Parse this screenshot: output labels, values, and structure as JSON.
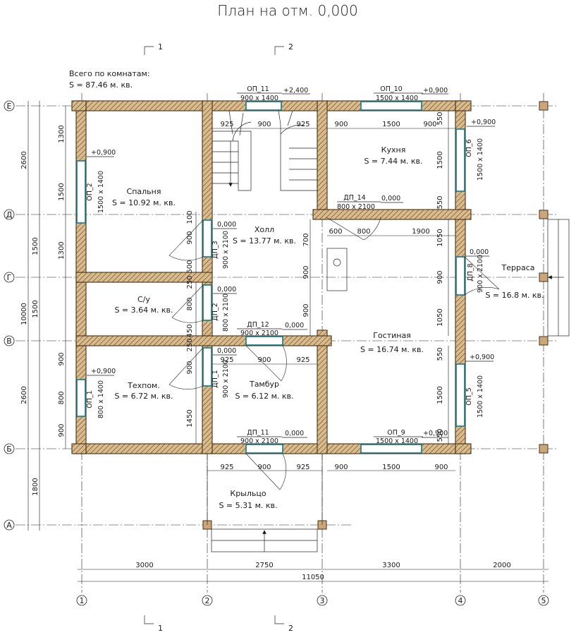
{
  "title": "План на отм. 0,000",
  "summary": {
    "label": "Всего по комнатам:",
    "value": "S   =  87.46 м. кв."
  },
  "axes": {
    "vertical": [
      "1",
      "2",
      "3",
      "4",
      "5"
    ],
    "horizontal": [
      "Е",
      "Д",
      "Г",
      "В",
      "Б",
      "А"
    ]
  },
  "section_marks": [
    "1",
    "2",
    "1",
    "2"
  ],
  "rooms": [
    {
      "name": "Спальня",
      "area": "S   = 10.92 м. кв."
    },
    {
      "name": "Холл",
      "area": "S   = 13.77 м. кв."
    },
    {
      "name": "Кухня",
      "area": "S   = 7.44 м. кв."
    },
    {
      "name": "С/у",
      "area": "S   = 3.64 м. кв."
    },
    {
      "name": "Гостиная",
      "area": "S   = 16.74 м. кв."
    },
    {
      "name": "Терраса",
      "area": "S   = 16.8 м. кв."
    },
    {
      "name": "Техпом.",
      "area": "S   = 6.72 м. кв."
    },
    {
      "name": "Тамбур",
      "area": "S   = 6.12 м. кв."
    },
    {
      "name": "Крыльцо",
      "area": "S   = 5.31 м. кв."
    }
  ],
  "openings": [
    {
      "mark": "ОП_11",
      "size": "900 х 1400",
      "level": "+2,400"
    },
    {
      "mark": "ОП_10",
      "size": "1500 х 1400",
      "level": "+0,900"
    },
    {
      "mark": "ОП_6",
      "size": "1500 х 1400",
      "level": "+0,900"
    },
    {
      "mark": "ОП_2",
      "size": "1500 х 1400",
      "level": "+0,900"
    },
    {
      "mark": "ДП_14",
      "size": "800 х 2100",
      "level": "0,000"
    },
    {
      "mark": "ДП_3",
      "size": "900 х 2100",
      "level": "0,000"
    },
    {
      "mark": "ДП_8",
      "size": "900 х 2100",
      "level": "0,000"
    },
    {
      "mark": "ДП_2",
      "size": "800 х 2100",
      "level": "0,000"
    },
    {
      "mark": "ДП_12",
      "size": "900 х 2100",
      "level": "0,000"
    },
    {
      "mark": "ДП_1",
      "size": "900 х 2100",
      "level": "0,000"
    },
    {
      "mark": "ОП_1",
      "size": "800 х 1400",
      "level": "+0,900"
    },
    {
      "mark": "ОП_5",
      "size": "1500 х 1400",
      "level": "+0,900"
    },
    {
      "mark": "ДП_11",
      "size": "900 х 2100",
      "level": "0,000"
    },
    {
      "mark": "ОП_9",
      "size": "1500 х 1400",
      "level": "+0,900"
    }
  ],
  "dims": {
    "bottom_spans": [
      "3000",
      "2750",
      "3300",
      "2000"
    ],
    "bottom_total": "11050",
    "left_outer": [
      "2600",
      "1500",
      "1500",
      "2600",
      "1800"
    ],
    "left_total": "10000",
    "left_inner": [
      "1300",
      "1500",
      "1300",
      "900",
      "800",
      "900"
    ],
    "top_stair": [
      "925",
      "900",
      "925"
    ],
    "top_kitchen": [
      "900",
      "1500",
      "900"
    ],
    "kitchen_right": [
      "550",
      "1500",
      "550"
    ],
    "hall_under_kitchen": [
      "600",
      "800",
      "1900"
    ],
    "living_right": [
      "1050",
      "900",
      "1050"
    ],
    "living_right_lower": [
      "550",
      "1500",
      "550"
    ],
    "hall_wall": [
      "700",
      "900",
      "900"
    ],
    "door_left_hall": [
      "100",
      "900",
      "500"
    ],
    "door_left_wc": [
      "250",
      "800",
      "450"
    ],
    "door_left_tambur": [
      "250",
      "900"
    ],
    "tech_lower": "1450",
    "tambur_top": [
      "925",
      "900",
      "925"
    ],
    "porch_top": [
      "925",
      "900",
      "925"
    ],
    "living_bottom": [
      "900",
      "1500",
      "900"
    ]
  }
}
